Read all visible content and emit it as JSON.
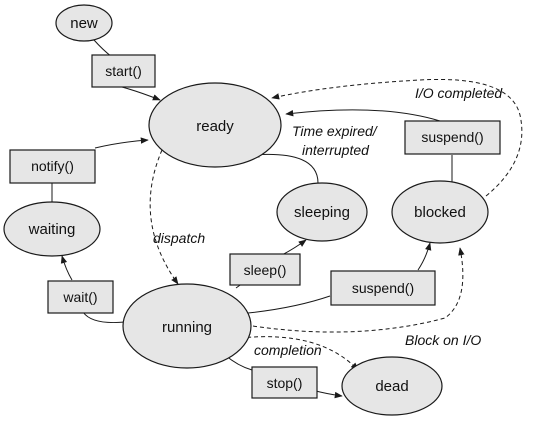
{
  "states": {
    "new": "new",
    "ready": "ready",
    "waiting": "waiting",
    "sleeping": "sleeping",
    "blocked": "blocked",
    "running": "running",
    "dead": "dead"
  },
  "methods": {
    "start": "start()",
    "notify": "notify()",
    "wait": "wait()",
    "sleep": "sleep()",
    "suspend_top": "suspend()",
    "suspend_bottom": "suspend()",
    "stop": "stop()"
  },
  "annotations": {
    "io_completed": "I/O completed",
    "time_expired_1": "Time expired/",
    "time_expired_2": "interrupted",
    "dispatch": "dispatch",
    "completion": "completion",
    "block_on_io": "Block on I/O"
  }
}
